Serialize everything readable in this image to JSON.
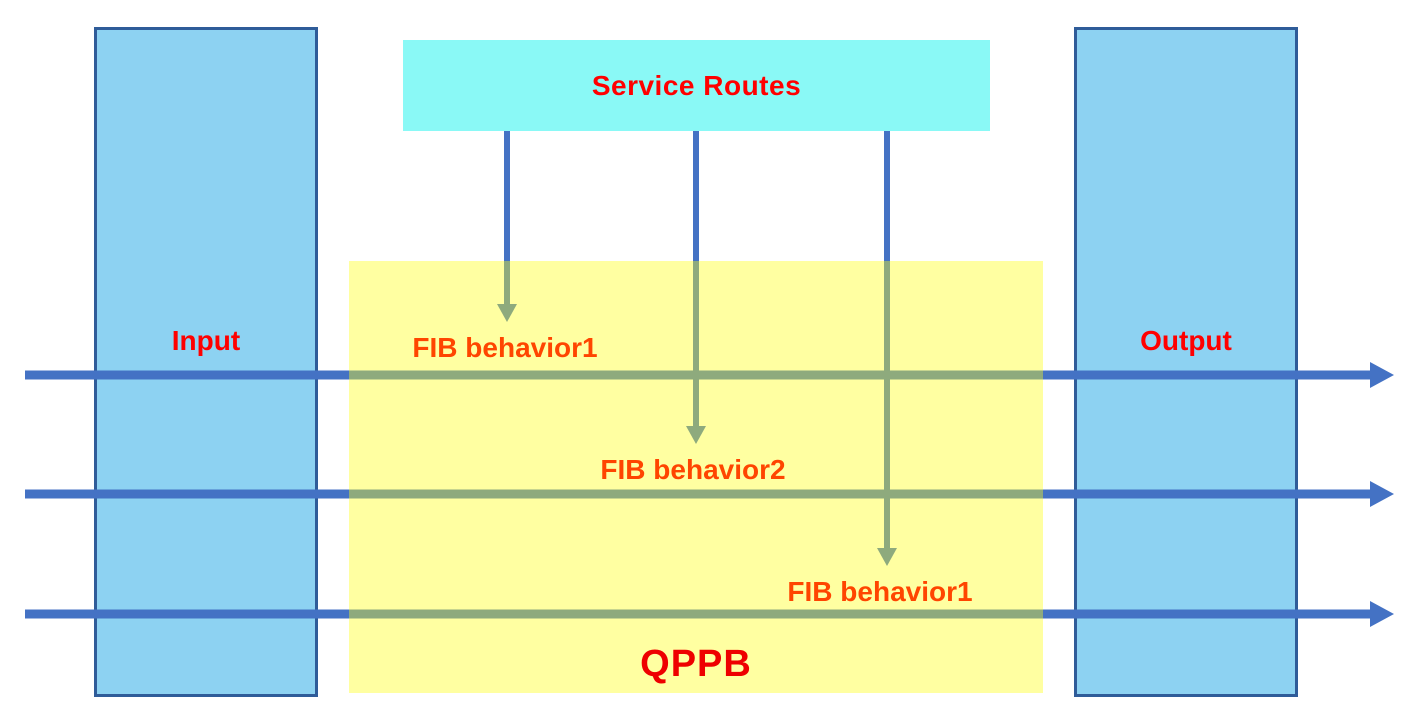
{
  "diagram": {
    "service_routes_label": "Service Routes",
    "input_label": "Input",
    "output_label": "Output",
    "fib_labels": [
      "FIB behavior1",
      "FIB behavior2",
      "FIB behavior1"
    ],
    "qppb_label": "QPPB"
  },
  "colors": {
    "arrow_blue": "#4472C4",
    "box_fill_blue": "#8DD2F2",
    "box_border_blue": "#2F5C99",
    "service_routes_fill": "#8AF9F6",
    "qppb_fill": "rgba(255,255,20,0.40)",
    "label_red": "#FF0000",
    "qppb_red": "#EE0000",
    "fib_orange": "#FF4500"
  }
}
